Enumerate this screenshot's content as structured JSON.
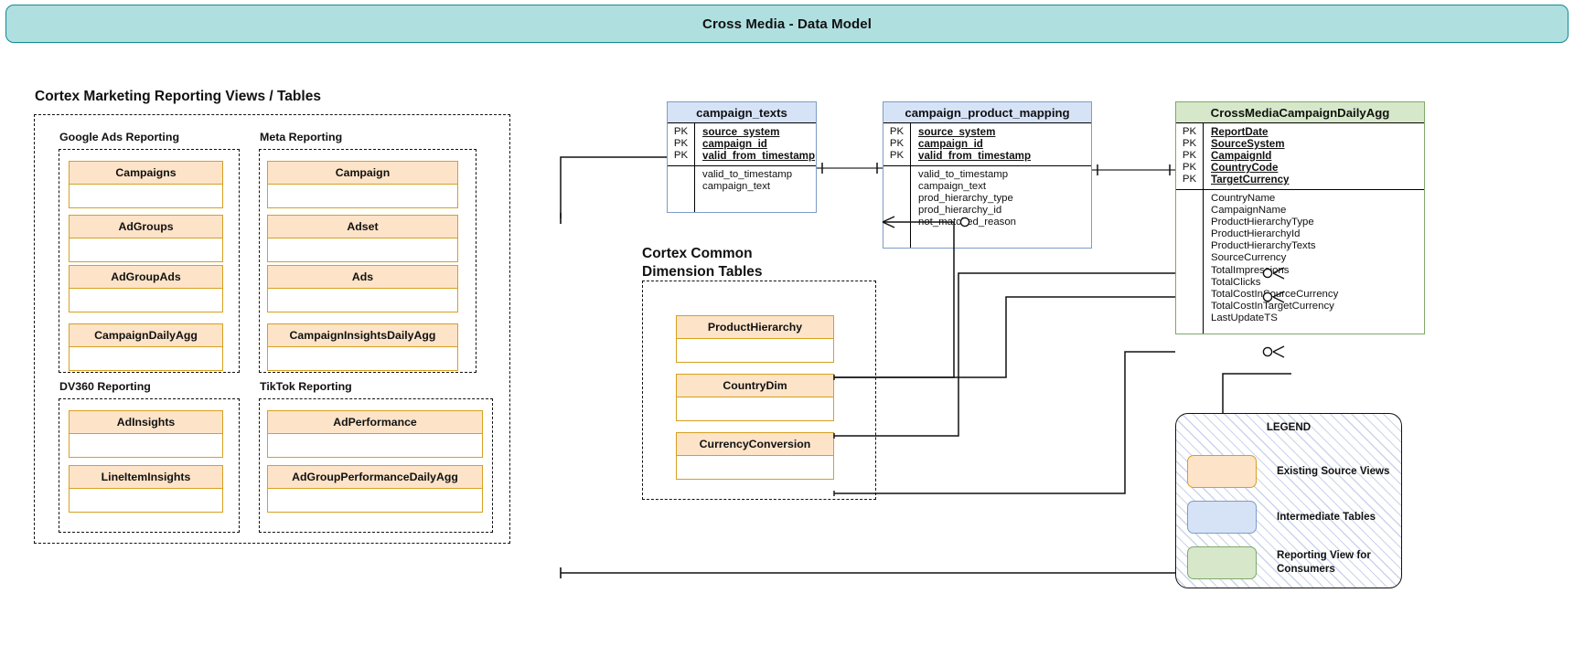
{
  "title": "Cross Media - Data Model",
  "sections": {
    "left_title": "Cortex Marketing Reporting Views / Tables",
    "dim_title": "Cortex Common\nDimension Tables"
  },
  "groups": [
    {
      "name": "Google Ads Reporting",
      "tables": [
        "Campaigns",
        "AdGroups",
        "AdGroupAds",
        "CampaignDailyAgg"
      ]
    },
    {
      "name": "Meta Reporting",
      "tables": [
        "Campaign",
        "Adset",
        "Ads",
        "CampaignInsightsDailyAgg"
      ]
    },
    {
      "name": "DV360 Reporting",
      "tables": [
        "AdInsights",
        "LineItemInsights"
      ]
    },
    {
      "name": "TikTok Reporting",
      "tables": [
        "AdPerformance",
        "AdGroupPerformanceDailyAgg"
      ]
    }
  ],
  "dimension_tables": [
    "ProductHierarchy",
    "CountryDim",
    "CurrencyConversion"
  ],
  "er_tables": [
    {
      "name": "campaign_texts",
      "kind": "intermediate",
      "pk_marks": [
        "PK",
        "PK",
        "PK"
      ],
      "pk_fields": [
        "source_system",
        "campaign_id",
        "valid_from_timestamp"
      ],
      "attributes": [
        "valid_to_timestamp",
        "campaign_text"
      ]
    },
    {
      "name": "campaign_product_mapping",
      "kind": "intermediate",
      "pk_marks": [
        "PK",
        "PK",
        "PK"
      ],
      "pk_fields": [
        "source_system",
        "campaign_id",
        "valid_from_timestamp"
      ],
      "attributes": [
        "valid_to_timestamp",
        "campaign_text",
        "prod_hierarchy_type",
        "prod_hierarchy_id",
        "not_matched_reason"
      ]
    },
    {
      "name": "CrossMediaCampaignDailyAgg",
      "kind": "reporting",
      "pk_marks": [
        "PK",
        "PK",
        "PK",
        "PK",
        "PK"
      ],
      "pk_fields": [
        "ReportDate",
        "SourceSystem",
        "CampaignId",
        "CountryCode",
        "TargetCurrency"
      ],
      "attributes": [
        "CountryName",
        "CampaignName",
        "ProductHierarchyType",
        "ProductHierarchyId",
        "ProductHierarchyTexts",
        "SourceCurrency",
        "TotalImpressions",
        "TotalClicks",
        "TotalCostInSourceCurrency",
        "TotalCostInTargetCurrency",
        "LastUpdateTS"
      ]
    }
  ],
  "legend": {
    "title": "LEGEND",
    "items": [
      {
        "swatch": "orange",
        "label": "Existing Source Views"
      },
      {
        "swatch": "blue",
        "label": "Intermediate Tables"
      },
      {
        "swatch": "green",
        "label": "Reporting View for\nConsumers"
      }
    ]
  },
  "colors": {
    "title_bar_fill": "#b0dfe0",
    "title_bar_border": "#0f8a96",
    "source_fill": "#fde3c8",
    "source_border": "#d6a021",
    "intermediate_fill": "#d6e3f7",
    "intermediate_border": "#7d9cc4",
    "reporting_fill": "#d6e8c9",
    "reporting_border": "#7fa86a"
  }
}
